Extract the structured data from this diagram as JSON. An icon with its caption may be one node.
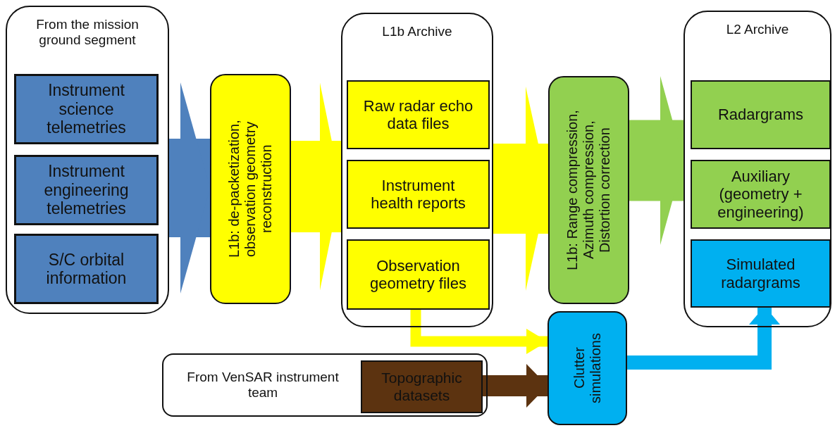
{
  "diagram": {
    "nodes": [
      {
        "text": [
          "From the mission ground segment"
        ]
      },
      {
        "text": [
          "Instrument science telemetries"
        ],
        "in": 0
      },
      {
        "text": [
          "Instrument engineering telemetries"
        ],
        "in": 0
      },
      {
        "text": [
          "S/C orbital information"
        ],
        "in": 0
      },
      {
        "text": [
          "L1b: de-packetization, observation geometry reconstruction"
        ]
      },
      {
        "text": [
          "L1b Archive"
        ]
      },
      {
        "text": [
          "Raw radar echo data files"
        ],
        "in": 5
      },
      {
        "text": [
          "Instrument health reports"
        ],
        "in": 5
      },
      {
        "text": [
          "Observation geometry files"
        ],
        "in": 5
      },
      {
        "text": [
          "L1b: Range compression, Azimuth compression, Distortion correction"
        ]
      },
      {
        "text": [
          "L2 Archive"
        ]
      },
      {
        "text": [
          "Radargrams"
        ],
        "in": 10
      },
      {
        "text": [
          "Auxiliary (geometry + engineering)"
        ],
        "in": 10
      },
      {
        "text": [
          "Simulated radargrams"
        ],
        "in": 10
      },
      {
        "text": [
          "From VenSAR instrument team"
        ]
      },
      {
        "text": [
          "Topographic datasets"
        ],
        "in": 14
      },
      {
        "text": [
          "Clutter simulations"
        ]
      }
    ],
    "edges": [
      {
        "from": 0,
        "to": 4,
        "arrow": "to",
        "color": "#4f81bd"
      },
      {
        "from": 4,
        "to": 5,
        "arrow": "to"
      },
      {
        "from": 5,
        "to": 9,
        "arrow": "to"
      },
      {
        "from": 9,
        "to": 10,
        "arrow": "to",
        "color": "#92d050"
      },
      {
        "from": 8,
        "to": 16,
        "arrow": "to"
      },
      {
        "from": 15,
        "to": 16,
        "arrow": "to",
        "color": "#5c3310"
      },
      {
        "from": 16,
        "to": 13,
        "arrow": "to",
        "color": "#00b0f0"
      }
    ]
  }
}
